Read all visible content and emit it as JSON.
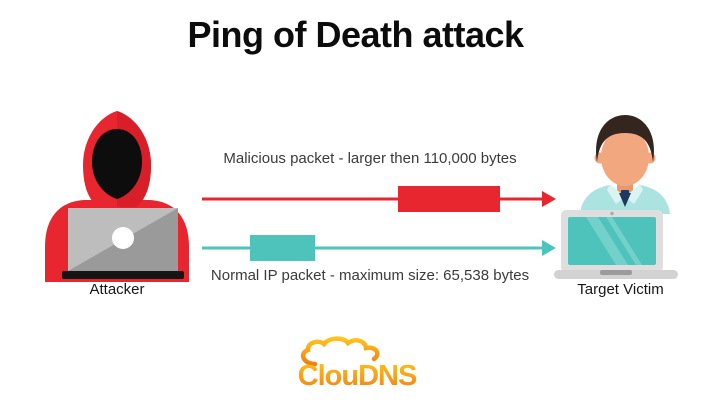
{
  "title": "Ping of Death attack",
  "diagram": {
    "attacker_label": "Attacker",
    "victim_label": "Target Victim",
    "malicious_caption": "Malicious packet - larger then 110,000 bytes",
    "normal_caption": "Normal IP packet - maximum size: 65,538 bytes"
  },
  "colors": {
    "malicious_red": "#e8262f",
    "normal_teal": "#4ec3bb",
    "logo_orange_top": "#ffc41c",
    "logo_orange_bottom": "#f07f18"
  },
  "logo": {
    "text": "ClouDNS"
  }
}
